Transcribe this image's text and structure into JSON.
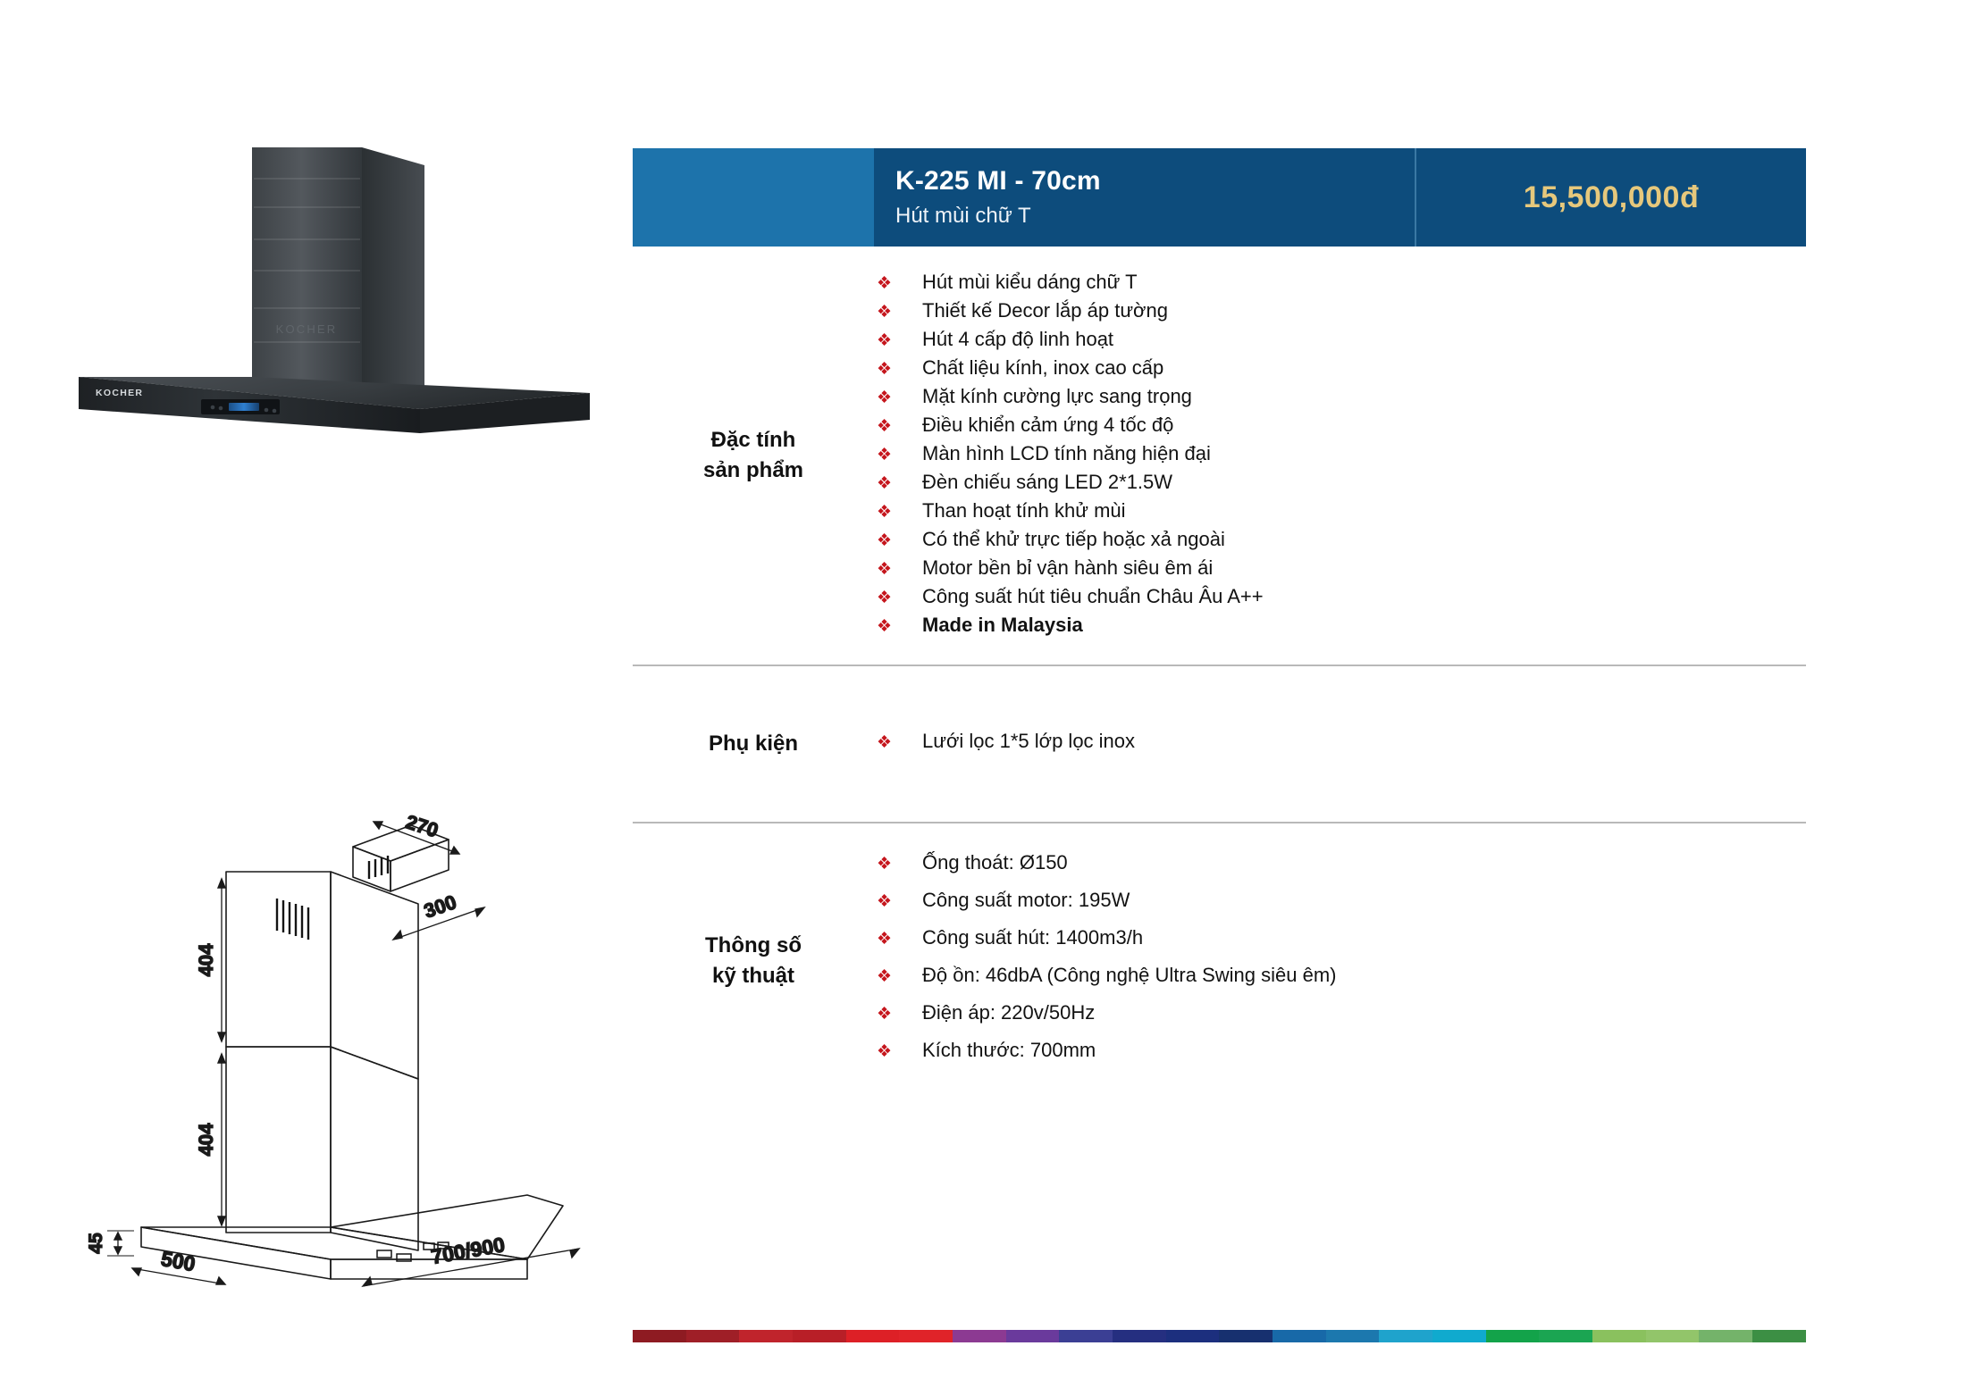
{
  "header": {
    "model": "K-225 MI - 70cm",
    "subtitle": "Hút mùi chữ T",
    "price": "15,500,000đ",
    "accent_color": "#1d73ab",
    "panel_color": "#0d4c7c",
    "price_color": "#e6c87c"
  },
  "bullet_glyph": "❖",
  "bullet_color": "#c5161d",
  "rows": [
    {
      "label_line1": "Đặc tính",
      "label_line2": "sản phẩm",
      "items": [
        {
          "text": "Hút mùi kiểu dáng chữ T",
          "bold": false
        },
        {
          "text": "Thiết kế Decor lắp áp tường",
          "bold": false
        },
        {
          "text": "Hút 4 cấp độ linh hoạt",
          "bold": false
        },
        {
          "text": "Chất liệu kính, inox cao cấp",
          "bold": false
        },
        {
          "text": "Mặt kính cường lực sang trọng",
          "bold": false
        },
        {
          "text": "Điều khiển cảm ứng 4 tốc độ",
          "bold": false
        },
        {
          "text": "Màn hình LCD tính năng hiện đại",
          "bold": false
        },
        {
          "text": "Đèn chiếu sáng LED 2*1.5W",
          "bold": false
        },
        {
          "text": "Than hoạt tính khử mùi",
          "bold": false
        },
        {
          "text": "Có thể khử trực tiếp hoặc xả ngoài",
          "bold": false
        },
        {
          "text": "Motor bền bỉ vận hành siêu êm ái",
          "bold": false
        },
        {
          "text": "Công suất hút tiêu chuẩn Châu Âu A++",
          "bold": false
        },
        {
          "text": "Made in Malaysia",
          "bold": true
        }
      ]
    },
    {
      "label_line1": "Phụ kiện",
      "label_line2": "",
      "items": [
        {
          "text": "Lưới lọc 1*5 lớp lọc inox",
          "bold": false
        }
      ]
    },
    {
      "label_line1": "Thông số",
      "label_line2": "kỹ thuật",
      "items": [
        {
          "text": "Ống thoát: Ø150",
          "bold": false
        },
        {
          "text": "Công suất motor: 195W",
          "bold": false
        },
        {
          "text": "Công suất hút: 1400m3/h",
          "bold": false
        },
        {
          "text": "Độ ồn: 46dbA (Công nghệ Ultra Swing siêu êm)",
          "bold": false
        },
        {
          "text": "Điện áp: 220v/50Hz",
          "bold": false
        },
        {
          "text": "Kích thước: 700mm",
          "bold": false
        }
      ]
    }
  ],
  "product_photo": {
    "brand_mark": "KOCHER"
  },
  "dimension_drawing": {
    "labels": {
      "top_depth": "270",
      "top_width": "300",
      "upper_chimney_height": "404",
      "lower_chimney_height": "404",
      "canopy_thickness": "45",
      "canopy_depth": "500",
      "canopy_width": "700/900"
    }
  },
  "color_bar": {
    "segments": [
      "#8e1b22",
      "#9f1f27",
      "#c0242c",
      "#b81f27",
      "#dd2026",
      "#e02329",
      "#8c3a92",
      "#6a3a9c",
      "#3b3f94",
      "#252f80",
      "#1c2f7e",
      "#17306f",
      "#1869a8",
      "#1c78ae",
      "#1fa3cc",
      "#10aace",
      "#13a34a",
      "#1ba552",
      "#8ac15e",
      "#92c56a",
      "#74b36a",
      "#3c8f44"
    ]
  }
}
